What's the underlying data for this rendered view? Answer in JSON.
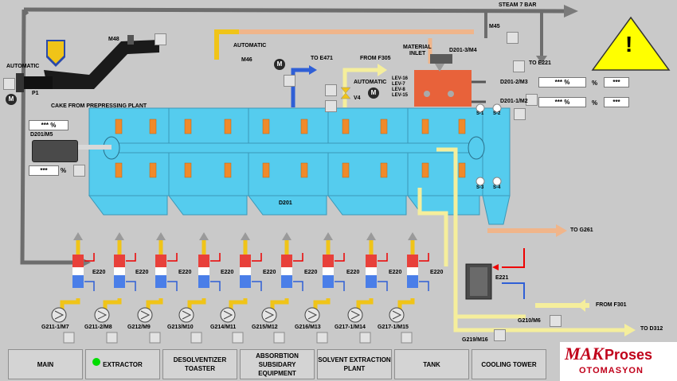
{
  "steam": {
    "label": "STEAM 7 BAR"
  },
  "left": {
    "automatic_label": "AUTOMATIC",
    "motor_badge": "M",
    "pump_label": "P1",
    "cake_label": "CAKE FROM PREPRESSING PLANT",
    "m48_label": "M48"
  },
  "top_middle": {
    "automatic_label": "AUTOMATIC",
    "m46_label": "M46",
    "motor_badge": "M",
    "to_e471": "TO E471",
    "from_f305": "FROM F305",
    "automatic2_label": "AUTOMATIC",
    "motor_badge2": "M",
    "v4_label": "V4"
  },
  "top_right": {
    "m45_label": "M45",
    "to_e221": "TO E221",
    "material_inlet_1": "MATERIAL",
    "material_inlet_2": "INLET",
    "d201_3_label": "D201-3/M4",
    "lev": [
      "LEV-16",
      "LEV-7",
      "LEV-8",
      "LEV-15"
    ],
    "d201_2_label": "D201-2/M3",
    "d201_1_label": "D201-1/M2",
    "m3_value": "*** %",
    "m3_unit": "%",
    "m3_setpoint": "***",
    "m2_value": "*** %",
    "m2_unit": "%",
    "m2_setpoint": "***"
  },
  "extractor": {
    "m5_value": "*** %",
    "m5_label": "D201/M5",
    "m5_setpoint": "***",
    "m5_unit": "%",
    "d201_label": "D201",
    "sensors": [
      "S-1",
      "S-2",
      "S-3",
      "S-4"
    ],
    "to_g261": "TO G261"
  },
  "exchangers": {
    "label": "E220",
    "pumps": [
      "G211-1/M7",
      "G211-2/M8",
      "G212/M9",
      "G213/M10",
      "G214/M11",
      "G215/M12",
      "G216/M13",
      "G217-1/M14",
      "G217-1/M15"
    ]
  },
  "right_bottom": {
    "e221": "E221",
    "from_f301": "FROM F301",
    "g210": "G210/M6",
    "g219": "G219/M16",
    "to_d312": "TO D312"
  },
  "nav": {
    "items": [
      {
        "label": "MAIN"
      },
      {
        "label": "EXTRACTOR",
        "active": true
      },
      {
        "label": "DESOLVENTIZER TOASTER"
      },
      {
        "label": "ABSORBTION SUBSIDARY EQUIPMENT"
      },
      {
        "label": "SOLVENT EXTRACTION PLANT"
      },
      {
        "label": "TANK"
      },
      {
        "label": "COOLING TOWER"
      }
    ]
  },
  "logo": {
    "part1": "MAK",
    "part2": "Proses",
    "part3": "OTOMASYON"
  },
  "warning": {
    "symbol": "!"
  },
  "colors": {
    "background": "#c9c9c9",
    "extractor_fill": "#55ccee",
    "window_orange": "#f08a2a",
    "yellow_pipe": "#f0c418",
    "pale_yellow_pipe": "#f5ee9c",
    "steam_pipe": "#7a7a7a",
    "black_conveyor": "#1a1a1a",
    "blue_pipe": "#2f5fd6",
    "orange_pipe": "#f0b58a",
    "warning_yellow": "#ffff00",
    "active_led": "#00dd00"
  }
}
